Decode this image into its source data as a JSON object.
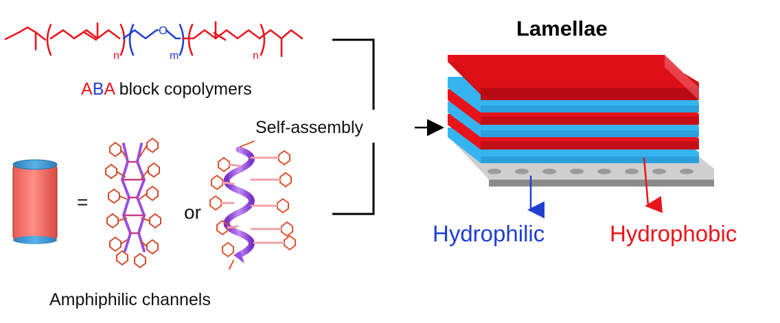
{
  "polymer": {
    "n_left": "n",
    "m_mid": "m",
    "n_right": "n",
    "oxygen": "O",
    "caption_a1": "A",
    "caption_b": "B",
    "caption_a2": "A",
    "caption_rest": " block copolymers"
  },
  "channels": {
    "equals": "=",
    "or": "or",
    "caption": "Amphiphilic channels"
  },
  "process": {
    "label": "Self-assembly"
  },
  "lamellae": {
    "title": "Lamellae",
    "hydrophilic": "Hydrophilic",
    "hydrophobic": "Hydrophobic"
  },
  "colors": {
    "a_block": "#e8141c",
    "b_block": "#1f3fd1",
    "hydrophilic_layer": "#36b4f0",
    "hydrophobic_layer": "#e8141c",
    "helix": "#9b4fe0",
    "sidechain": "#e0502a"
  }
}
